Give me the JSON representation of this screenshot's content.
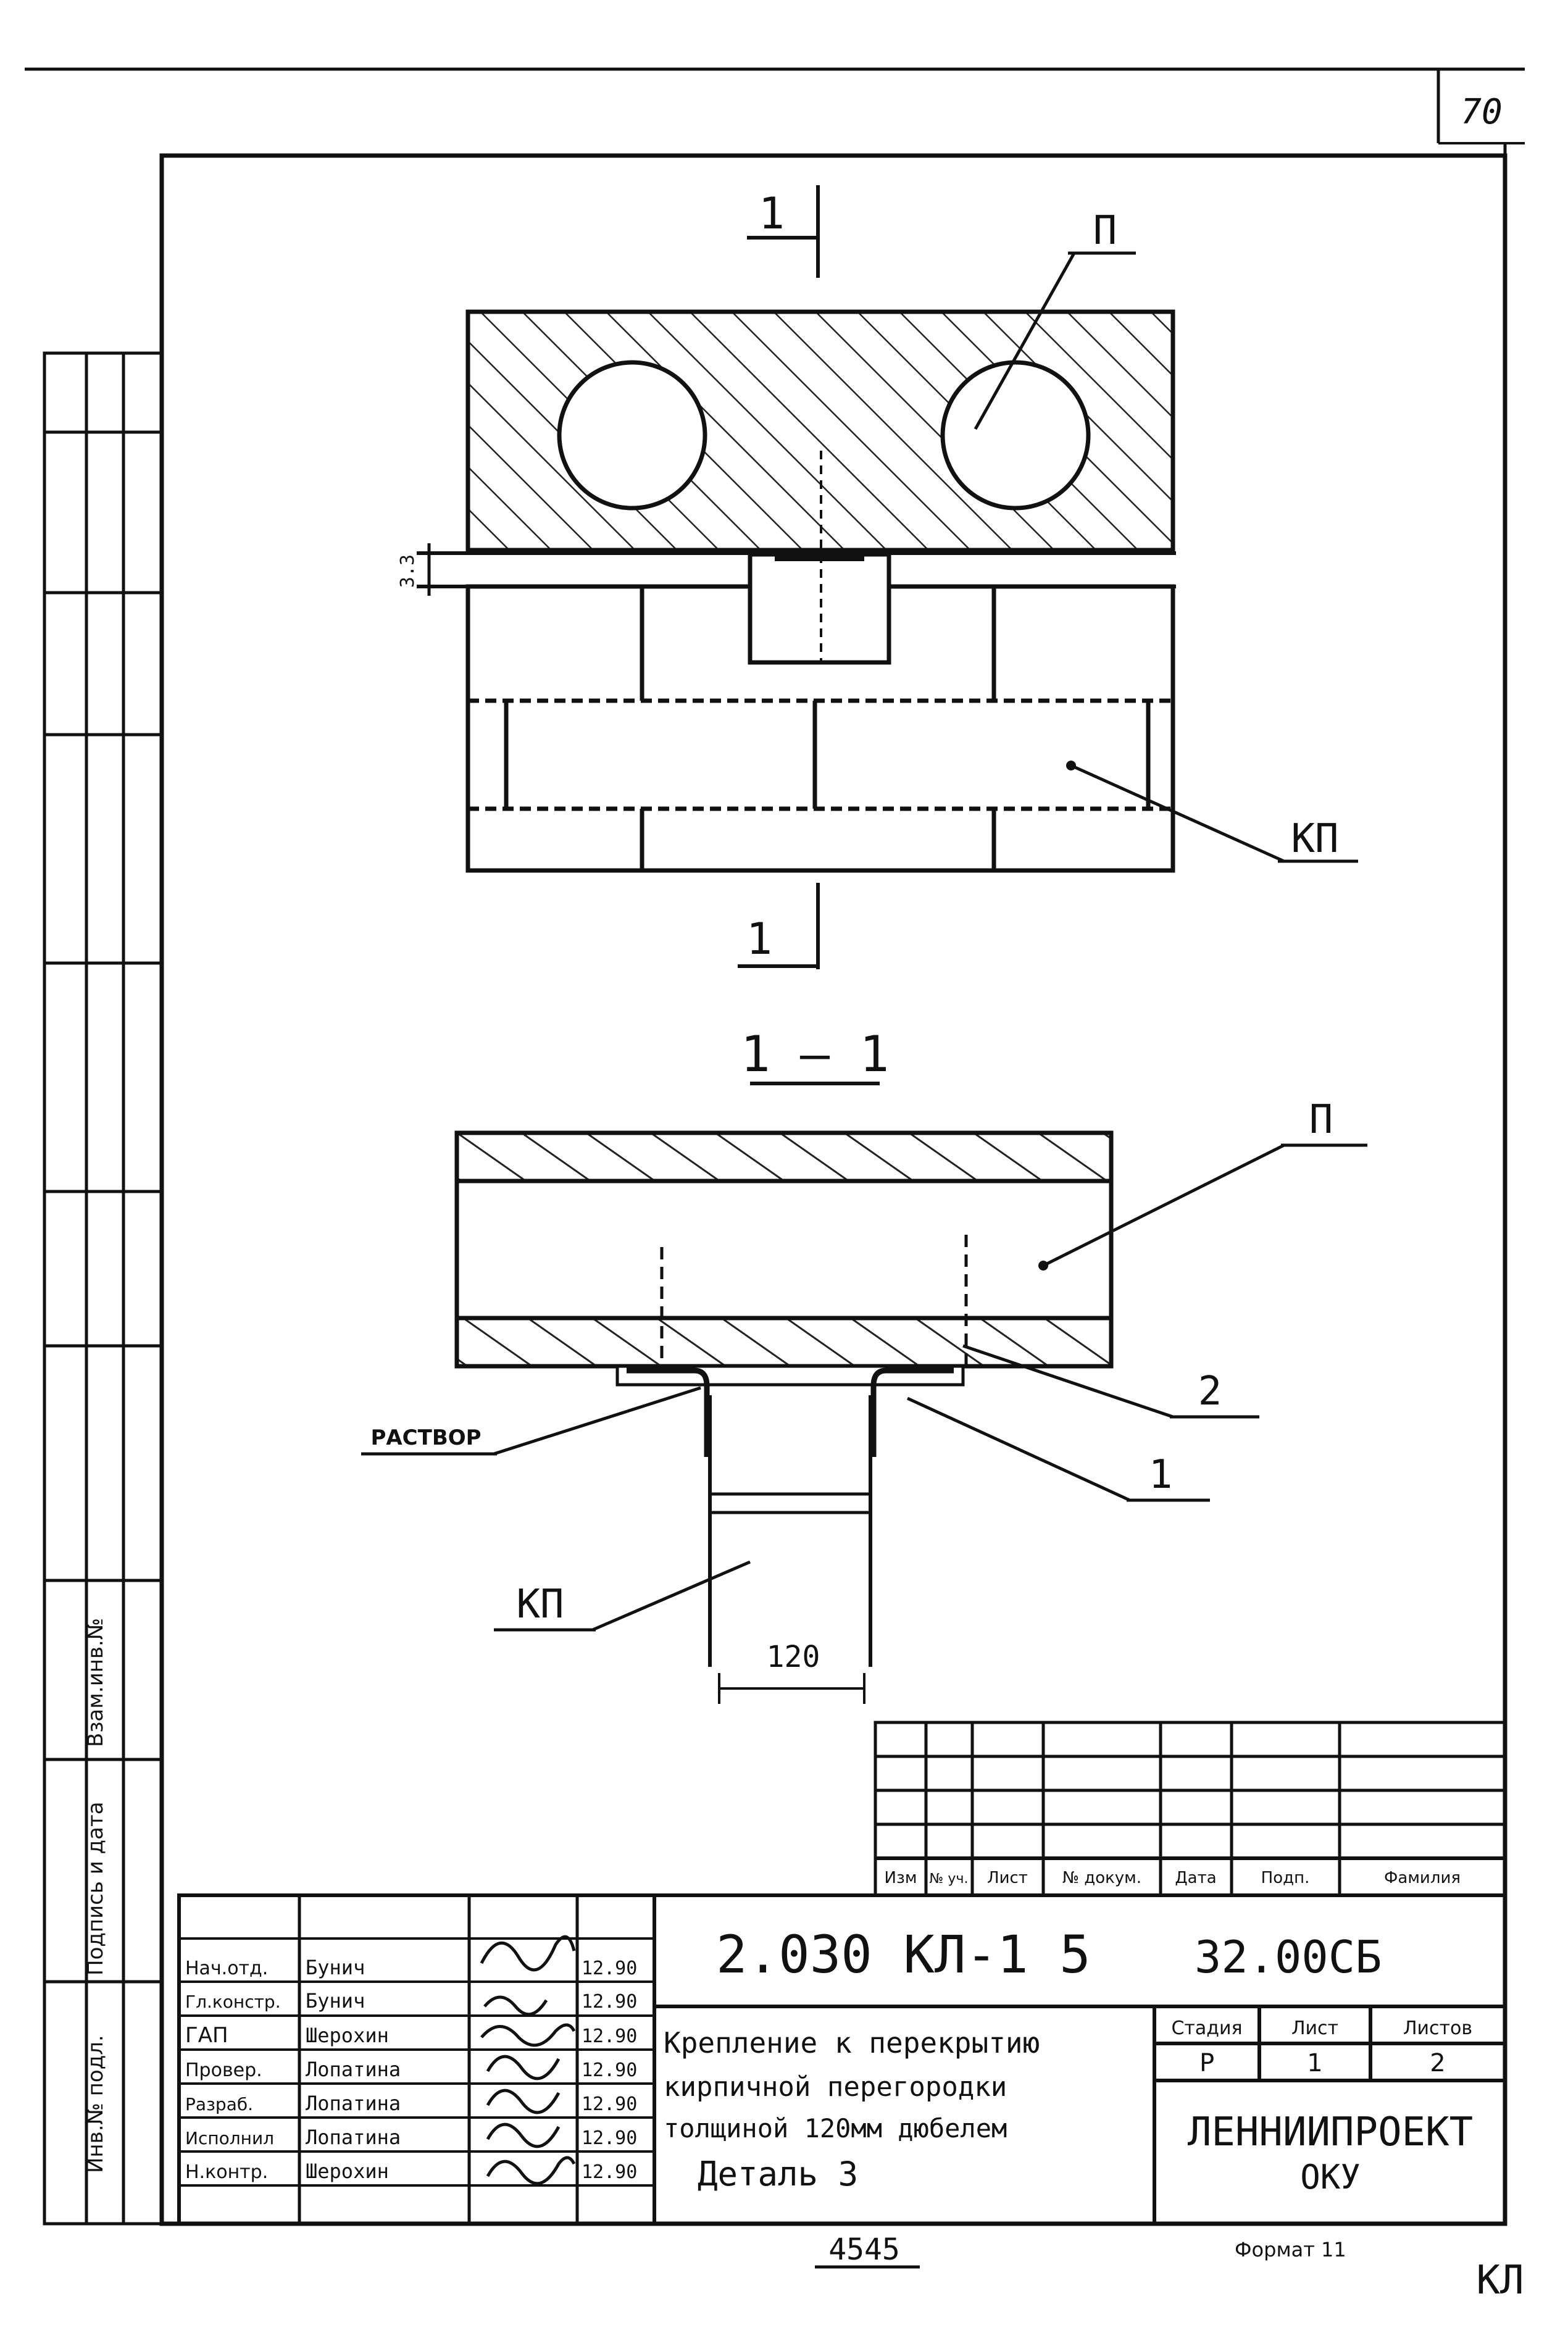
{
  "sheet_number": "70",
  "plan_view": {
    "section_mark": "1",
    "label_slab": "П",
    "label_partition": "КП",
    "dim_gap": "3.3"
  },
  "section_view": {
    "title": "1 — 1",
    "label_slab": "П",
    "label_mortar": "РАСТВОР",
    "label_partition": "КП",
    "callout_2": "2",
    "callout_1": "1",
    "dim_width": "120"
  },
  "revision_table": {
    "headers": [
      "Изм",
      "№ уч.",
      "Лист",
      "№ докум.",
      "Дата",
      "Подп.",
      "Фамилия"
    ]
  },
  "signatures": [
    {
      "role": "Нач.отд.",
      "name": "Бунич",
      "date": "12.90"
    },
    {
      "role": "Гл.констр.",
      "name": "Бунич",
      "date": "12.90"
    },
    {
      "role": "ГАП",
      "name": "Шерохин",
      "date": "12.90"
    },
    {
      "role": "Провер.",
      "name": "Лопатина",
      "date": "12.90"
    },
    {
      "role": "Разраб.",
      "name": "Лопатина",
      "date": "12.90"
    },
    {
      "role": "Исполнил",
      "name": "Лопатина",
      "date": "12.90"
    },
    {
      "role": "Н.контр.",
      "name": "Шерохин",
      "date": "12.90"
    }
  ],
  "title_block": {
    "code": "2.030 КЛ-1 5",
    "code_suffix": "32.00СБ",
    "title_lines": [
      "Крепление к перекрытию",
      "кирпичной перегородки",
      "толщиной 120мм дюбелем",
      "Деталь 3"
    ],
    "stage_header": "Стадия",
    "sheet_header": "Лист",
    "sheets_header": "Листов",
    "stage": "Р",
    "sheet": "1",
    "sheets": "2",
    "org_line1": "ЛЕННИИПРОЕКТ",
    "org_line2": "ОКУ"
  },
  "side_stamp": {
    "inv_label": "Инв.№ подл.",
    "sign_label": "Подпись и дата",
    "replace_label": "Взам.инв.№"
  },
  "footer": {
    "copy": "4545",
    "format": "Формат 11",
    "corner": "КЛ"
  }
}
